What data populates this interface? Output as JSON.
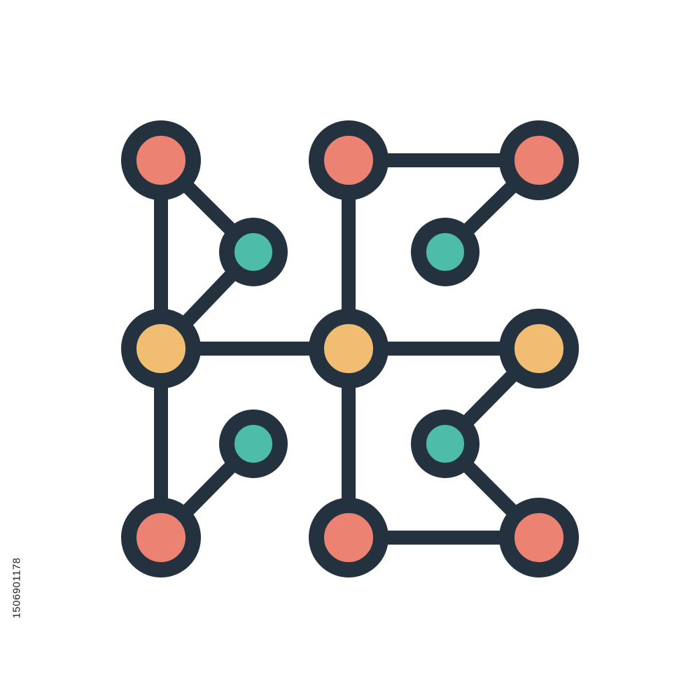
{
  "colors": {
    "outline": "#24323f",
    "node_red": "#ec8372",
    "node_teal": "#4dbda9",
    "node_yellow": "#f0bd73",
    "background": "#ffffff"
  },
  "stock_id": "1506901178",
  "graph": {
    "nodes": [
      {
        "id": "tl",
        "color": "red"
      },
      {
        "id": "tm",
        "color": "red"
      },
      {
        "id": "tr",
        "color": "red"
      },
      {
        "id": "teal-a",
        "color": "teal"
      },
      {
        "id": "teal-b",
        "color": "teal"
      },
      {
        "id": "ml",
        "color": "yellow"
      },
      {
        "id": "mm",
        "color": "yellow"
      },
      {
        "id": "mr",
        "color": "yellow"
      },
      {
        "id": "teal-c",
        "color": "teal"
      },
      {
        "id": "teal-d",
        "color": "teal"
      },
      {
        "id": "bl",
        "color": "red"
      },
      {
        "id": "bm",
        "color": "red"
      },
      {
        "id": "br",
        "color": "red"
      }
    ],
    "edges": [
      [
        "tl",
        "ml"
      ],
      [
        "tl",
        "teal-a"
      ],
      [
        "teal-a",
        "ml"
      ],
      [
        "tm",
        "tr"
      ],
      [
        "tm",
        "mm"
      ],
      [
        "tr",
        "teal-b"
      ],
      [
        "ml",
        "mm"
      ],
      [
        "mm",
        "mr"
      ],
      [
        "ml",
        "bl"
      ],
      [
        "teal-c",
        "bl"
      ],
      [
        "mm",
        "bm"
      ],
      [
        "mr",
        "teal-d"
      ],
      [
        "teal-d",
        "br"
      ],
      [
        "bm",
        "br"
      ]
    ]
  }
}
